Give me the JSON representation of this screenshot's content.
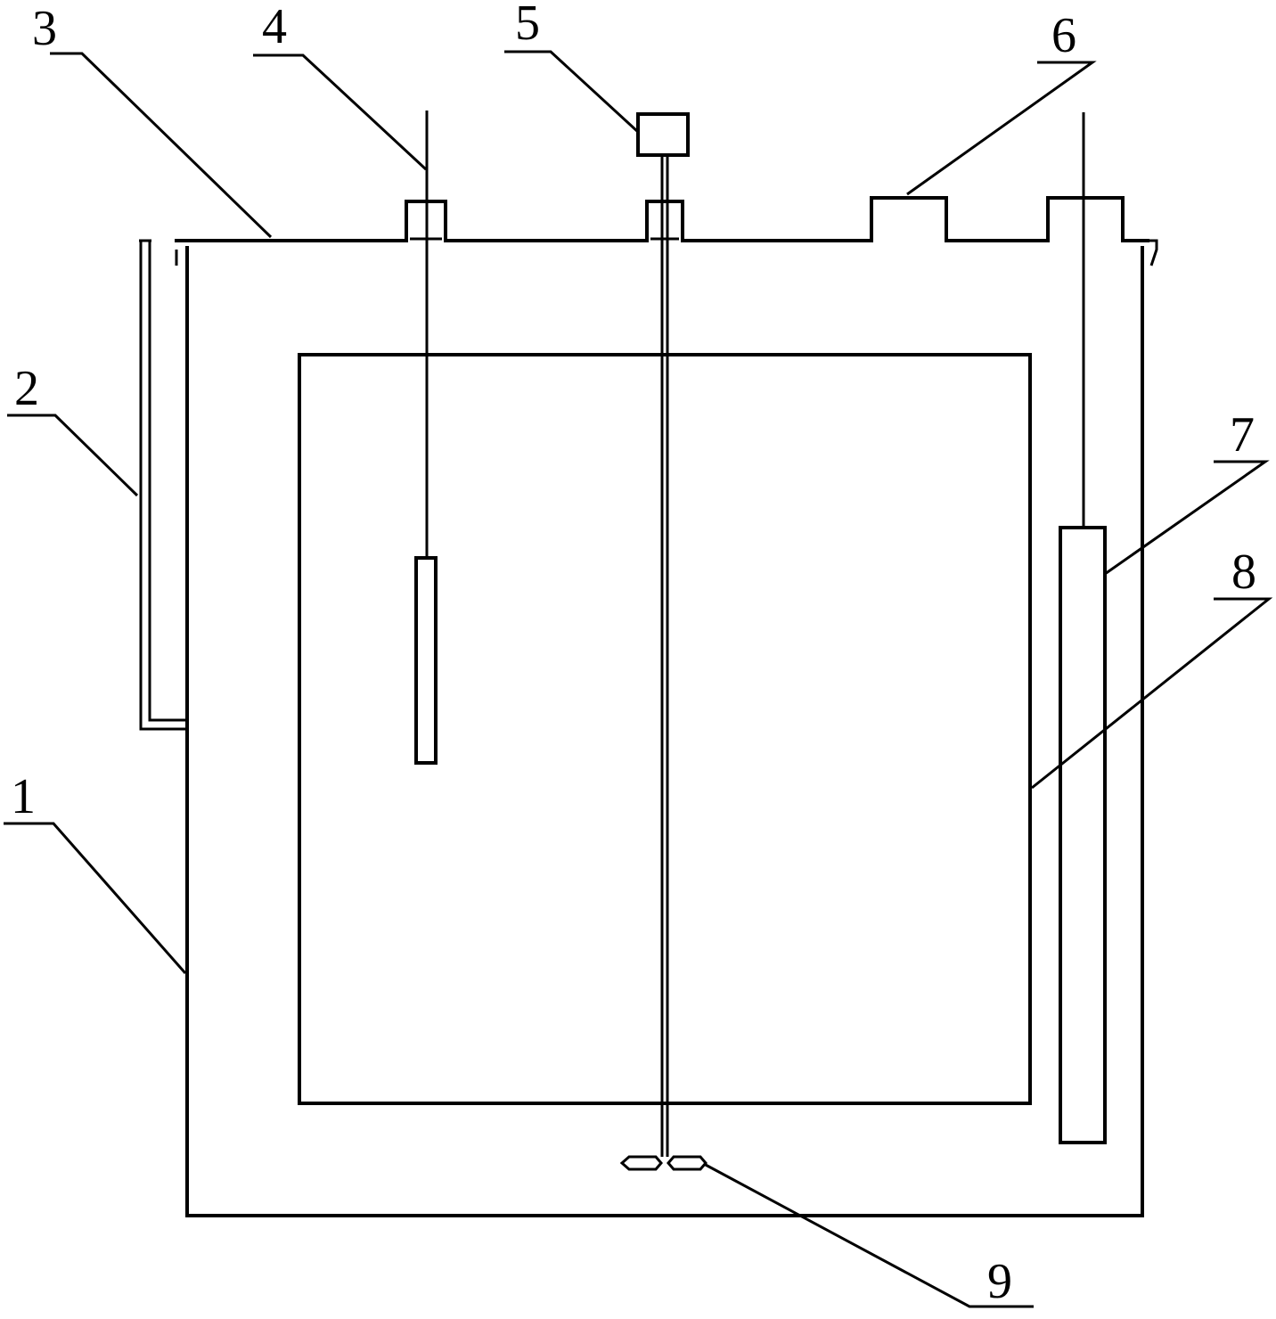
{
  "labels": {
    "c1": "1",
    "c2": "2",
    "c3": "3",
    "c4": "4",
    "c5": "5",
    "c6": "6",
    "c7": "7",
    "c8": "8",
    "c9": "9"
  }
}
